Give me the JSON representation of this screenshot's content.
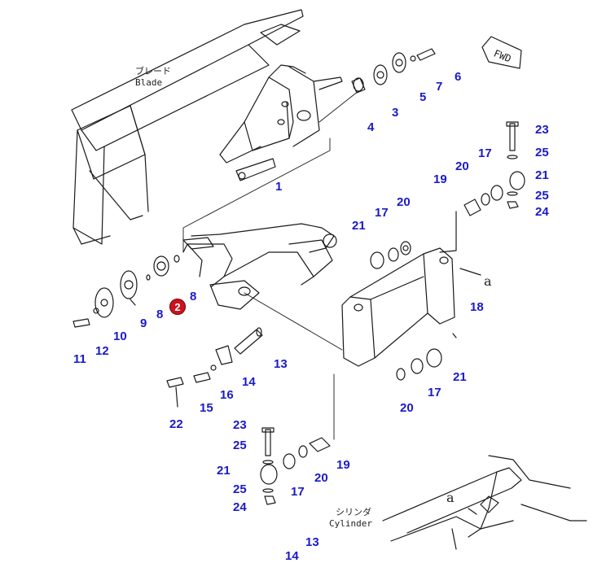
{
  "labels": {
    "blade_jp": "ブレード",
    "blade_en": "Blade",
    "cylinder_jp": "シリンダ",
    "cylinder_en": "Cylinder",
    "fwd": "FWD",
    "ref_a": "a"
  },
  "badge": {
    "value": "2",
    "color": "#c8141e"
  },
  "accent": "#1a1ac8",
  "callouts": [
    "1",
    "3",
    "4",
    "5",
    "6",
    "7",
    "8",
    "8",
    "9",
    "10",
    "11",
    "12",
    "13",
    "14",
    "15",
    "16",
    "17",
    "17",
    "17",
    "17",
    "18",
    "19",
    "19",
    "20",
    "20",
    "20",
    "20",
    "21",
    "21",
    "21",
    "21",
    "22",
    "23",
    "23",
    "24",
    "24",
    "25",
    "25",
    "25",
    "25",
    "13",
    "14"
  ]
}
